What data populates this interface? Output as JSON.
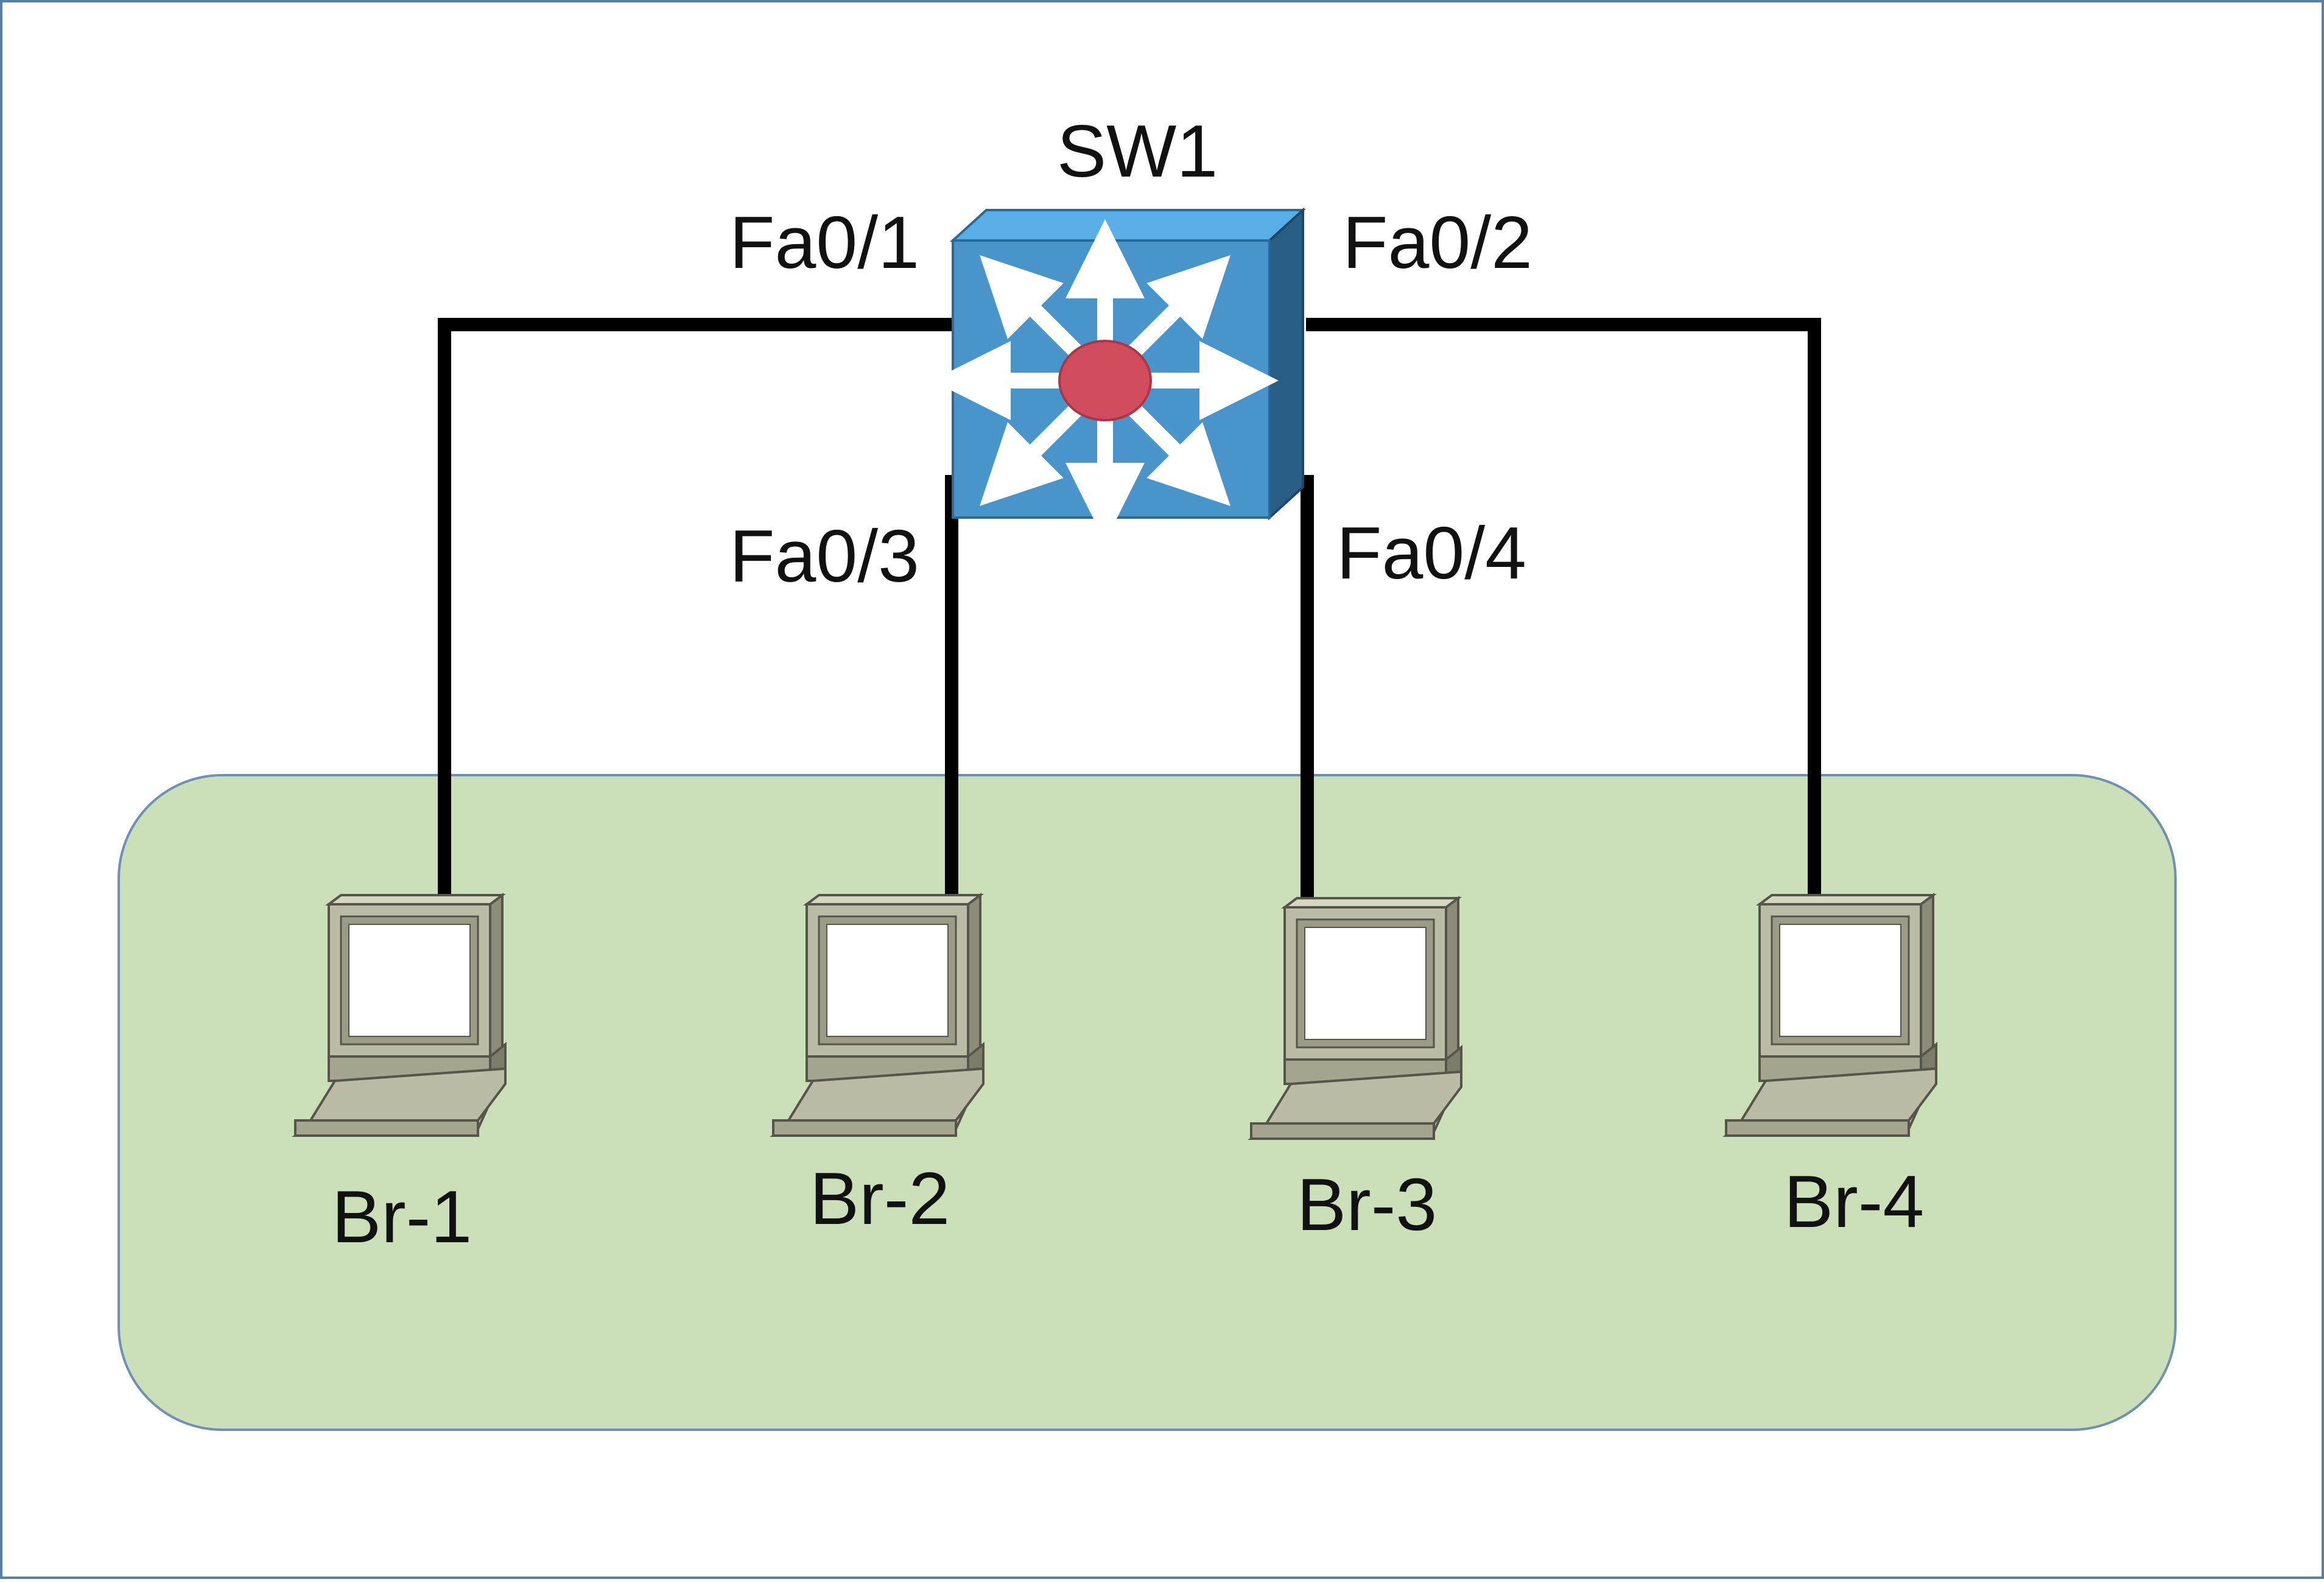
{
  "colors": {
    "frame": "#5a7fa6",
    "group_fill": "#cbe0b8",
    "group_stroke": "#6f8fb5",
    "link": "#000000",
    "switch_front": "#4a94cc",
    "switch_top": "#5aaee6",
    "switch_side": "#285e85",
    "switch_center": "#d14d5e",
    "pc_body": "#bcbca6",
    "pc_dark": "#8c8c78",
    "pc_screen": "#ffffff"
  },
  "switch": {
    "name": "SW1",
    "icon": "multilayer-switch-icon"
  },
  "ports": {
    "p1": "Fa0/1",
    "p2": "Fa0/2",
    "p3": "Fa0/3",
    "p4": "Fa0/4"
  },
  "hosts": [
    {
      "name": "Br-1",
      "icon": "laptop-icon"
    },
    {
      "name": "Br-2",
      "icon": "laptop-icon"
    },
    {
      "name": "Br-3",
      "icon": "laptop-icon"
    },
    {
      "name": "Br-4",
      "icon": "laptop-icon"
    }
  ]
}
